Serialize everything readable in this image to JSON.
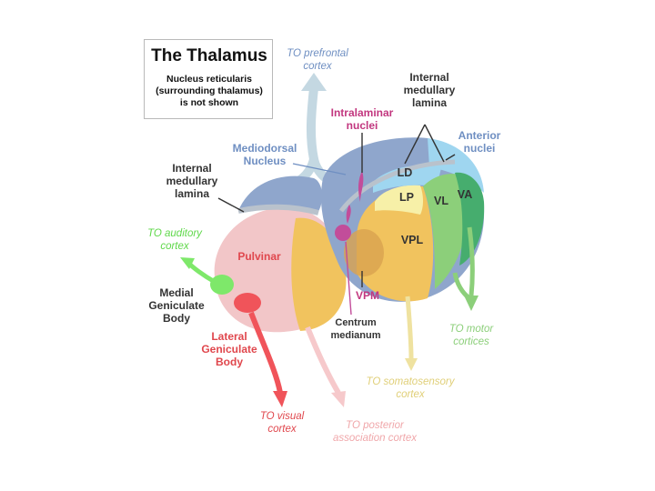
{
  "title": "The Thalamus",
  "note": "Nucleus reticularis\n(surrounding thalamus)\nis not shown",
  "structures": {
    "internal_lamina_top": "Internal\nmedullary\nlamina",
    "intralaminar": "Intralaminar\nnuclei",
    "anterior": "Anterior\nnuclei",
    "mediodorsal": "Mediodorsal\nNucleus",
    "internal_lamina_left": "Internal\nmedullary\nlamina",
    "ld": "LD",
    "lp": "LP",
    "vl": "VL",
    "va": "VA",
    "vpl": "VPL",
    "pulvinar": "Pulvinar",
    "vpm": "VPM",
    "centrum": "Centrum\nmedianum",
    "medial_geniculate": "Medial\nGeniculate\nBody",
    "lateral_geniculate": "Lateral\nGeniculate\nBody"
  },
  "destinations": {
    "prefrontal": "TO prefrontal\ncortex",
    "auditory": "TO auditory\ncortex",
    "motor": "TO motor\ncortices",
    "somatosensory": "TO somatosensory\ncortex",
    "visual": "TO visual\ncortex",
    "posterior": "TO posterior\nassociation cortex"
  },
  "colors": {
    "prefrontal_arrow": "#c4d8e2",
    "mediodorsal": "#8fa6cc",
    "anterior": "#9fd6f0",
    "pulvinar": "#f2c6c8",
    "ventral": "#f1c35e",
    "vl": "#8ccf7a",
    "va": "#46ad6e",
    "lp": "#f7f0a8",
    "intralaminar": "#c24d9a",
    "medial_geniculate": "#7ee86a",
    "lateral_geniculate": "#f0545a",
    "blue_label": "#6f8fc2",
    "magenta_label": "#c2377f",
    "red_label": "#e0474d",
    "green_label": "#5fd84a"
  }
}
